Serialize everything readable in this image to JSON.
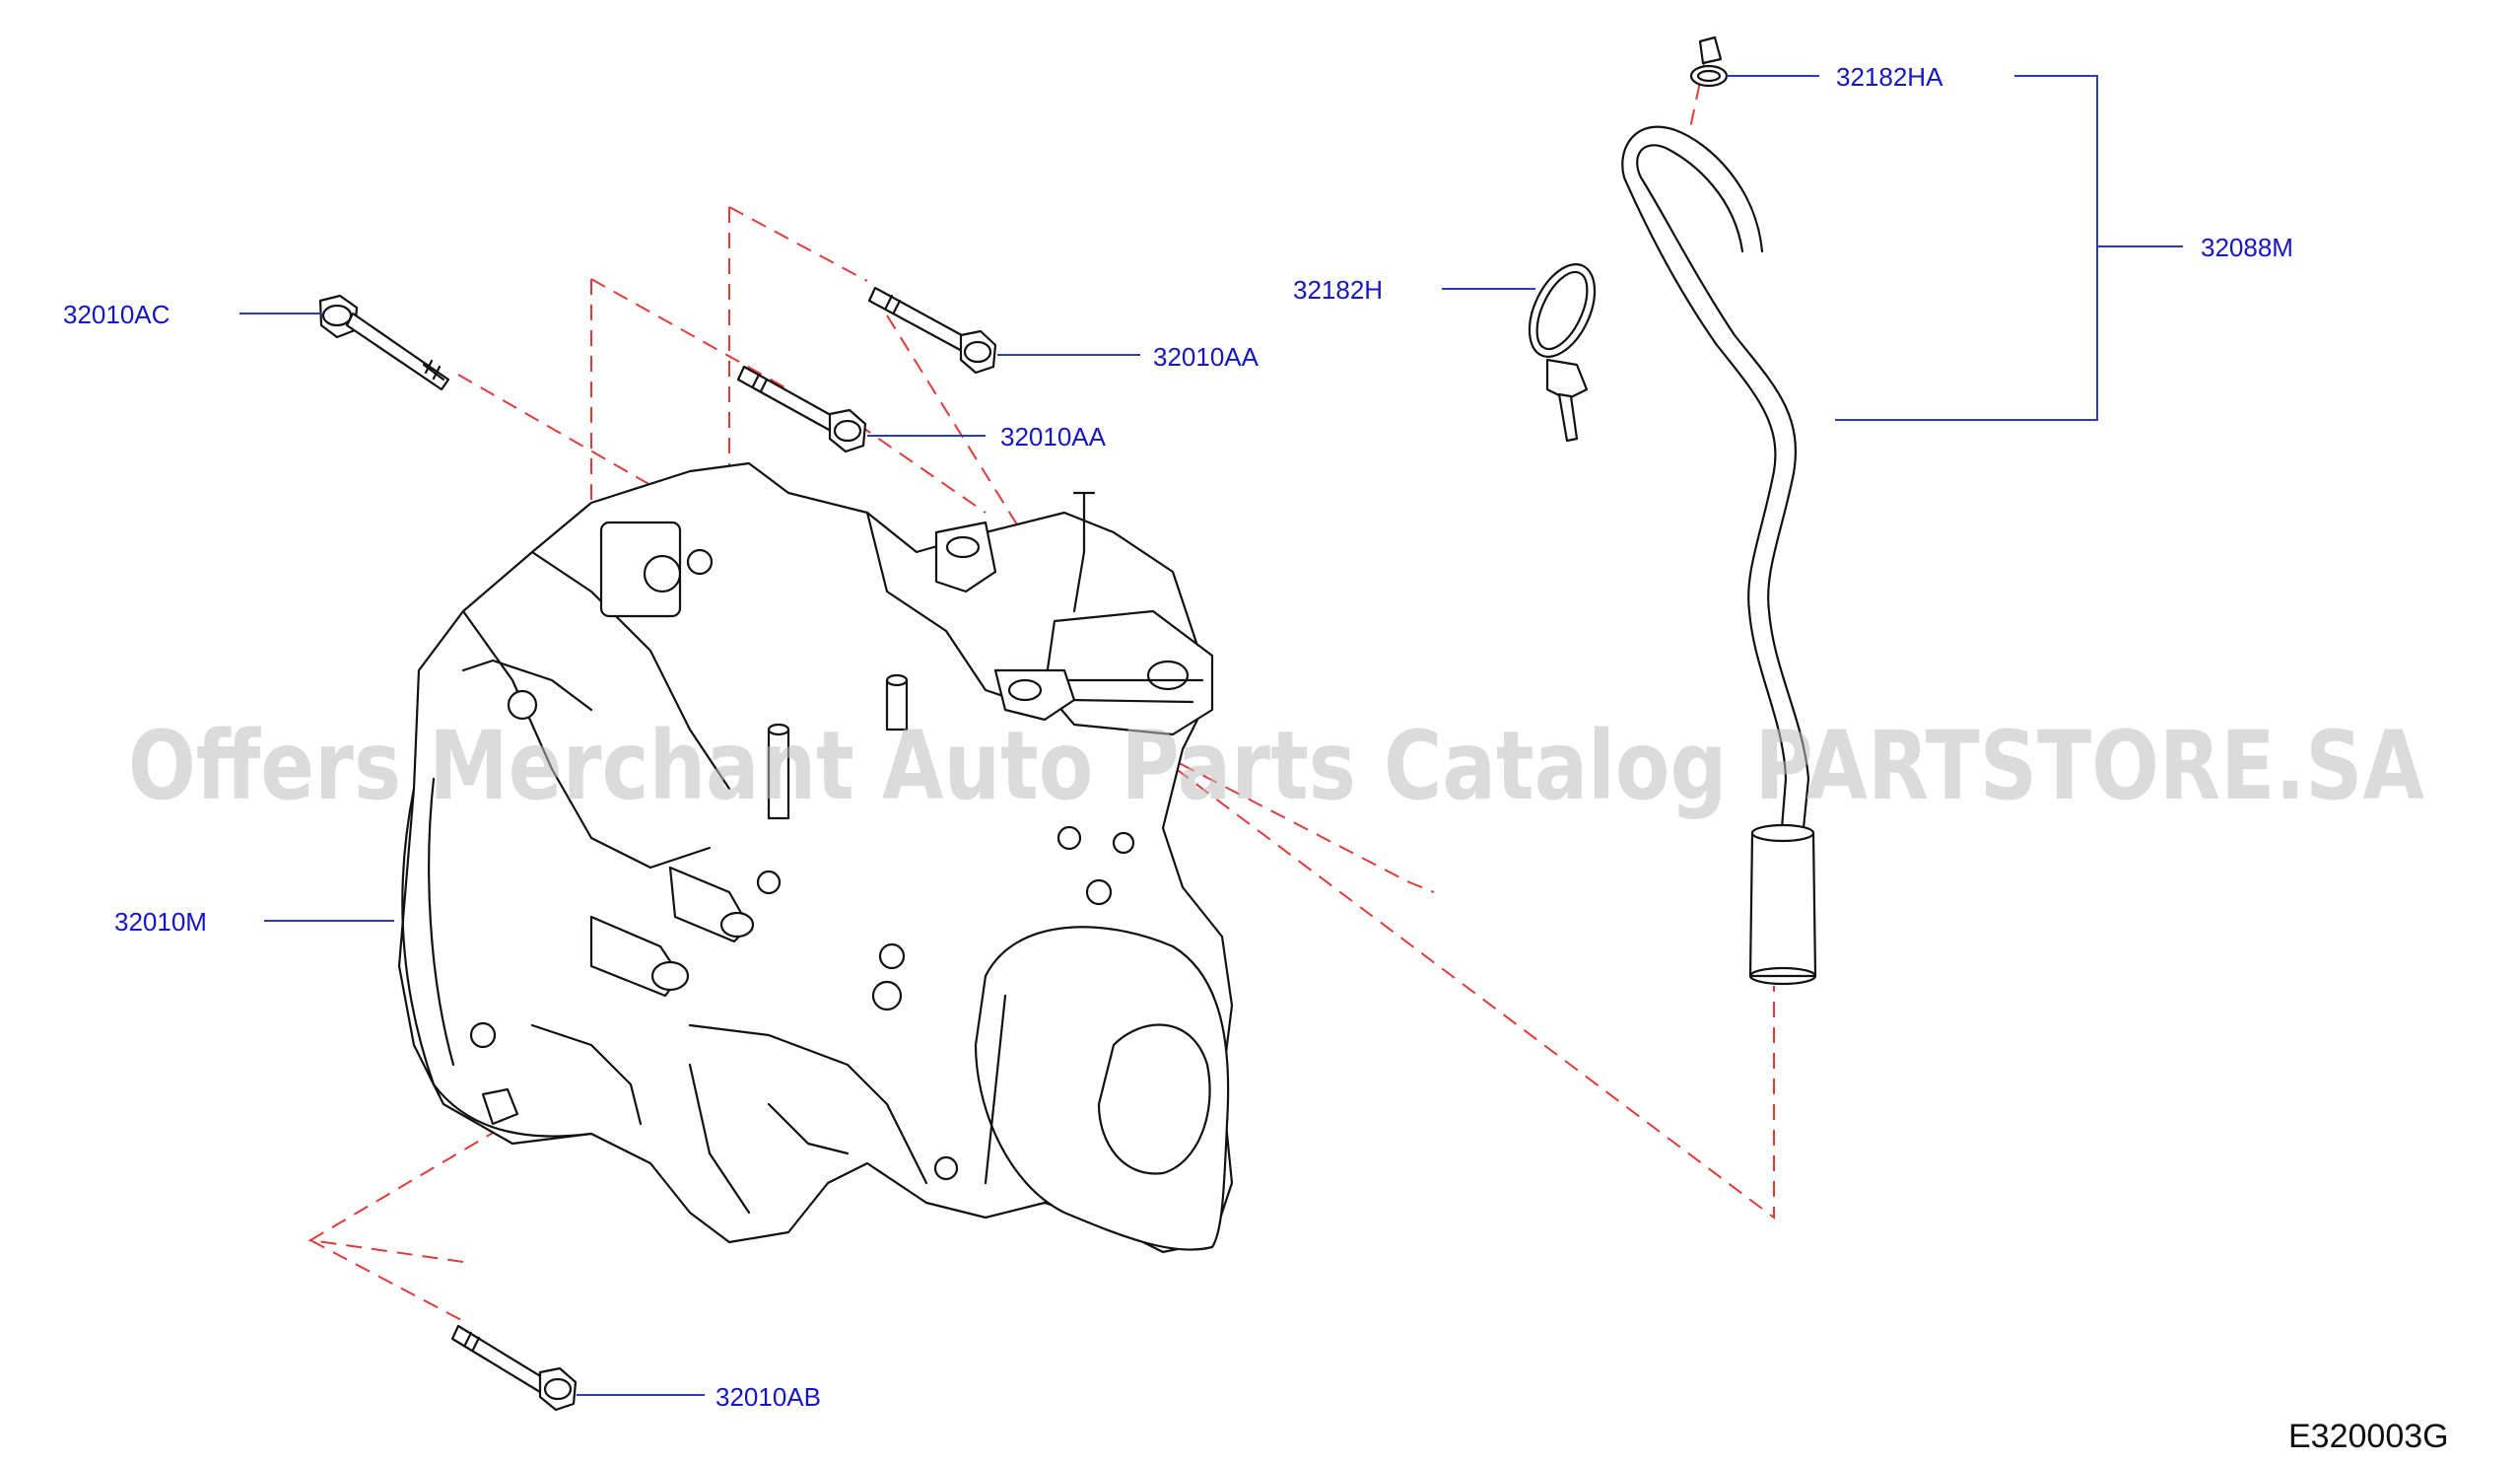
{
  "diagram": {
    "code": "E320003G",
    "watermark": "Offers Merchant Auto Parts Catalog PARTSTORE.SA",
    "colors": {
      "label": "#1515c8",
      "leader": "#2a3cb8",
      "phantom": "#e23a3a",
      "linework": "#111111"
    },
    "callouts": {
      "bolt_upper_left": "32010AC",
      "bolt_top_a": "32010AA",
      "bolt_top_b": "32010AA",
      "bolt_lower": "32010AB",
      "transaxle": "32010M",
      "clamp": "32182H",
      "clamp_small": "32182HA",
      "breather_tube": "32088M"
    }
  }
}
